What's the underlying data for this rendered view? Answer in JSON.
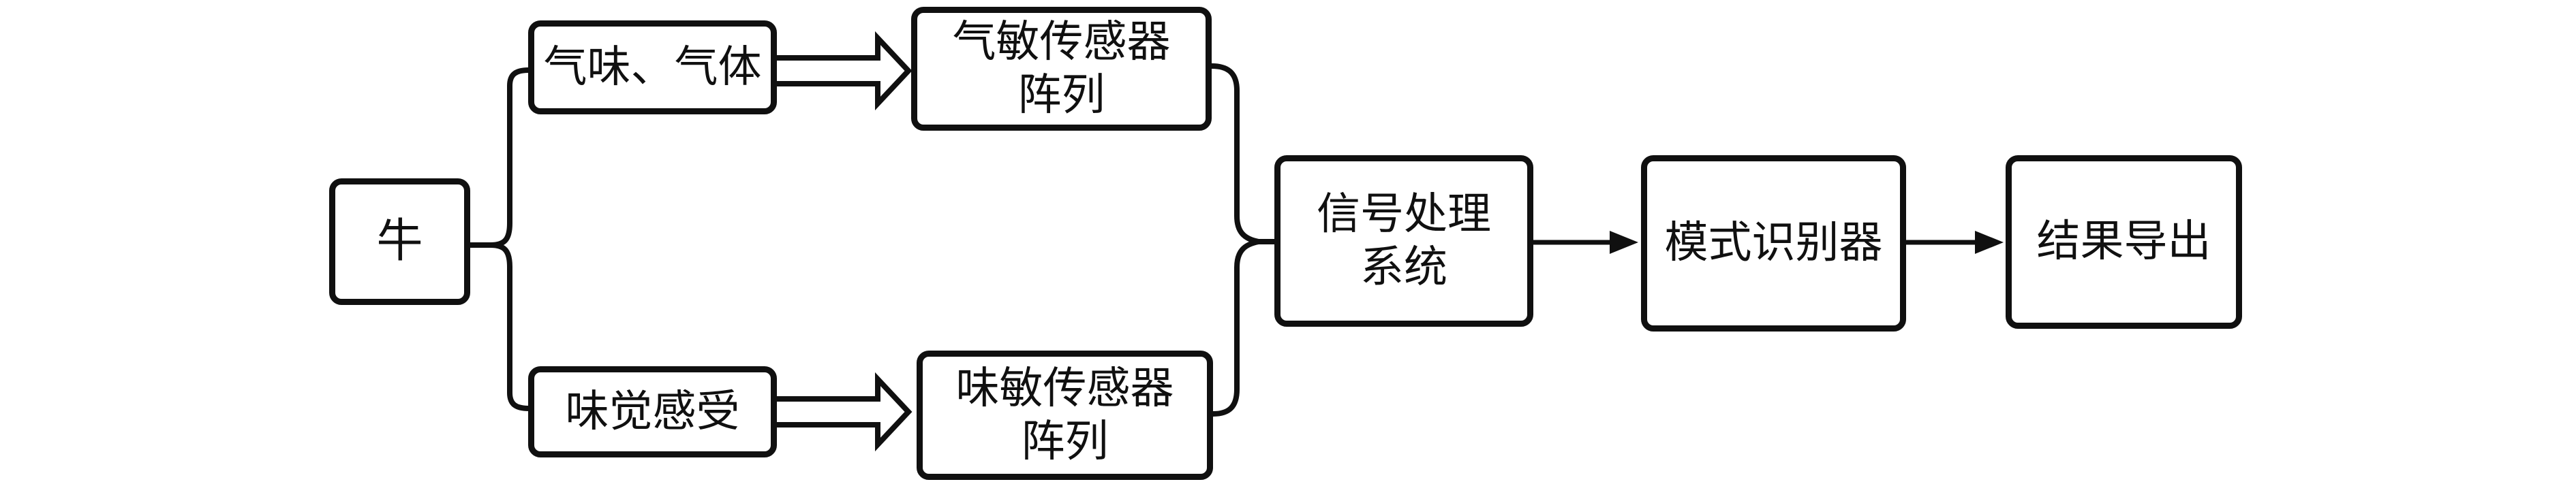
{
  "diagram": {
    "type": "flowchart",
    "direction": "left-to-right",
    "background_color": "#ffffff",
    "stroke_color": "#101010",
    "nodes": {
      "cow": {
        "label": "牛"
      },
      "smell_gas": {
        "label": "气味、气体"
      },
      "gas_sensor_array": {
        "label": "气敏传感器\n阵列"
      },
      "taste_perception": {
        "label": "味觉感受"
      },
      "taste_sensor_array": {
        "label": "味敏传感器\n阵列"
      },
      "signal_processing": {
        "label": "信号处理\n系统"
      },
      "pattern_recognizer": {
        "label": "模式识别器"
      },
      "result_output": {
        "label": "结果导出"
      }
    },
    "edges": [
      {
        "from": "cow",
        "to": "smell_gas",
        "style": "curved-line"
      },
      {
        "from": "cow",
        "to": "taste_perception",
        "style": "curved-line"
      },
      {
        "from": "smell_gas",
        "to": "gas_sensor_array",
        "style": "hollow-block-arrow"
      },
      {
        "from": "taste_perception",
        "to": "taste_sensor_array",
        "style": "hollow-block-arrow"
      },
      {
        "from": "gas_sensor_array",
        "to": "signal_processing",
        "style": "curved-merge-line"
      },
      {
        "from": "taste_sensor_array",
        "to": "signal_processing",
        "style": "curved-merge-line"
      },
      {
        "from": "signal_processing",
        "to": "pattern_recognizer",
        "style": "solid-arrow"
      },
      {
        "from": "pattern_recognizer",
        "to": "result_output",
        "style": "solid-arrow"
      }
    ]
  }
}
